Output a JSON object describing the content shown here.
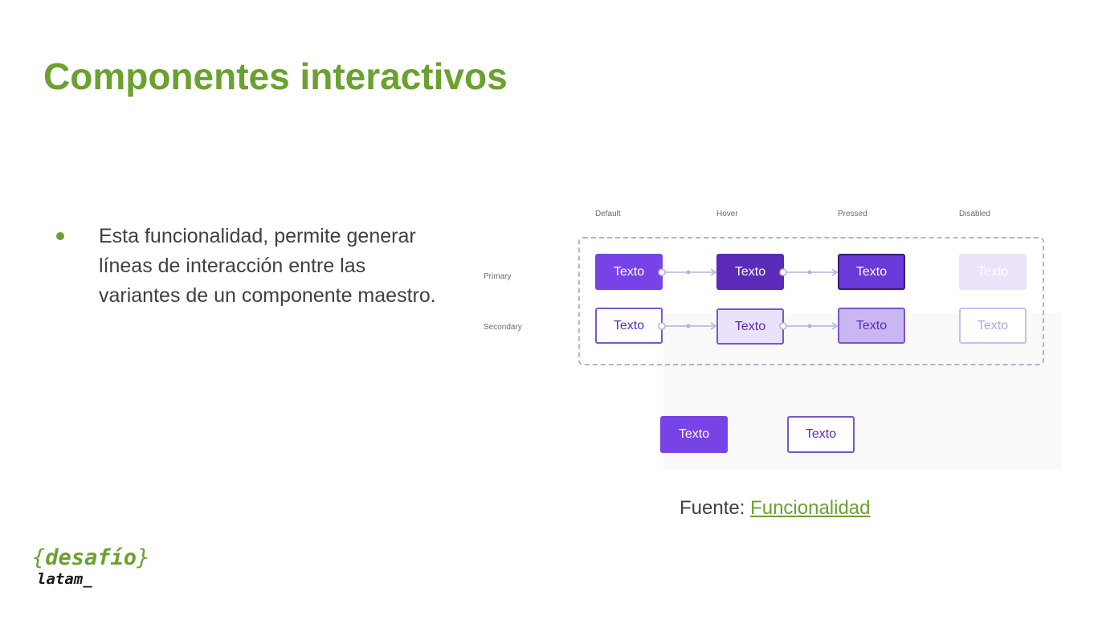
{
  "slide": {
    "title": "Componentes interactivos",
    "bullets": [
      "Esta funcionalidad, permite generar líneas de interacción entre las variantes de un componente maestro."
    ],
    "accent_color": "#6aa12f"
  },
  "diagram": {
    "columns": [
      "Default",
      "Hover",
      "Pressed",
      "Disabled"
    ],
    "rows": [
      "Primary",
      "Secondary"
    ],
    "button_label": "Texto",
    "sample_primary_label": "Texto",
    "sample_secondary_label": "Texto",
    "colors": {
      "primary": "#7843e6",
      "primary_hover": "#5b2bb8",
      "frame": "#b8b0d8"
    }
  },
  "source": {
    "prefix": "Fuente: ",
    "link_text": "Funcionalidad"
  },
  "logo": {
    "line1_open": "{",
    "line1_word": "desafío",
    "line1_close": "}",
    "line2": "latam_"
  }
}
